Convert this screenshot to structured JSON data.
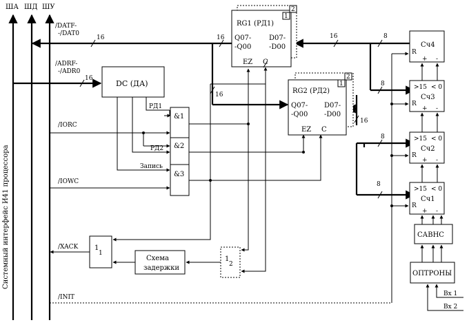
{
  "buses": {
    "sha": "ША",
    "shd": "ШД",
    "shu": "ШУ"
  },
  "vertical_title": "Системный интерфейс И41 процессора",
  "signals": {
    "datf": "/DATF-",
    "dat0": "-/DAT0",
    "adrf": "/ADRF-",
    "adr0": "-/ADR0",
    "iorc": "/IORC",
    "iowc": "/IOWC",
    "xack": "/XACK",
    "init": "/INIT"
  },
  "blocks": {
    "dc": "DC (ДА)",
    "rg1_title": "RG1 (РД1)",
    "rg1_q_top": "Q07-",
    "rg1_q_bot": "-Q00",
    "rg1_d_top": "D07-",
    "rg1_d_bot": "-D00",
    "rg1_ez": "EZ",
    "rg1_c": "C",
    "rg1_num1": "1",
    "rg1_num2": "2",
    "rg2_title": "RG2 (РД2)",
    "rg2_q_top": "Q07-",
    "rg2_q_bot": "-Q00",
    "rg2_d_top": "D07-",
    "rg2_d_bot": "-D00",
    "rg2_ez": "EZ",
    "rg2_c": "C",
    "rg2_num1": "1",
    "rg2_num2": "2",
    "and1": "&1",
    "and2": "&2",
    "and3": "&3",
    "or1_a": "1",
    "or1_b": "1",
    "or2_a": "1",
    "or2_b": "2",
    "delay_line1": "Схема",
    "delay_line2": "задержки",
    "savns": "САВНС",
    "optrony": "ОПТРОНЫ"
  },
  "counters": [
    {
      "name": "Сч4",
      "r": "R",
      "plus": "+",
      "minus": "-",
      "gt": "",
      "lt": ""
    },
    {
      "name": "Сч3",
      "r": "R",
      "plus": "+",
      "minus": "-",
      "gt": ">15",
      "lt": "< 0"
    },
    {
      "name": "Сч2",
      "r": "R",
      "plus": "+",
      "minus": "-",
      "gt": ">15",
      "lt": "< 0"
    },
    {
      "name": "Сч1",
      "r": "R",
      "plus": "+",
      "minus": "-",
      "gt": ">15",
      "lt": "< 0"
    }
  ],
  "labels": {
    "rd1": "РД1",
    "rd2": "РД2",
    "zapis": "Запись",
    "bus16_a": "16",
    "bus16_b": "16",
    "bus16_c": "16",
    "bus16_d": "16",
    "bus16_e": "16",
    "bus16_f": "16",
    "bus8_a": "8",
    "bus8_b": "8",
    "bus8_c": "8",
    "bus8_d": "8",
    "vx1": "Вх 1",
    "vx2": "Вх 2"
  }
}
